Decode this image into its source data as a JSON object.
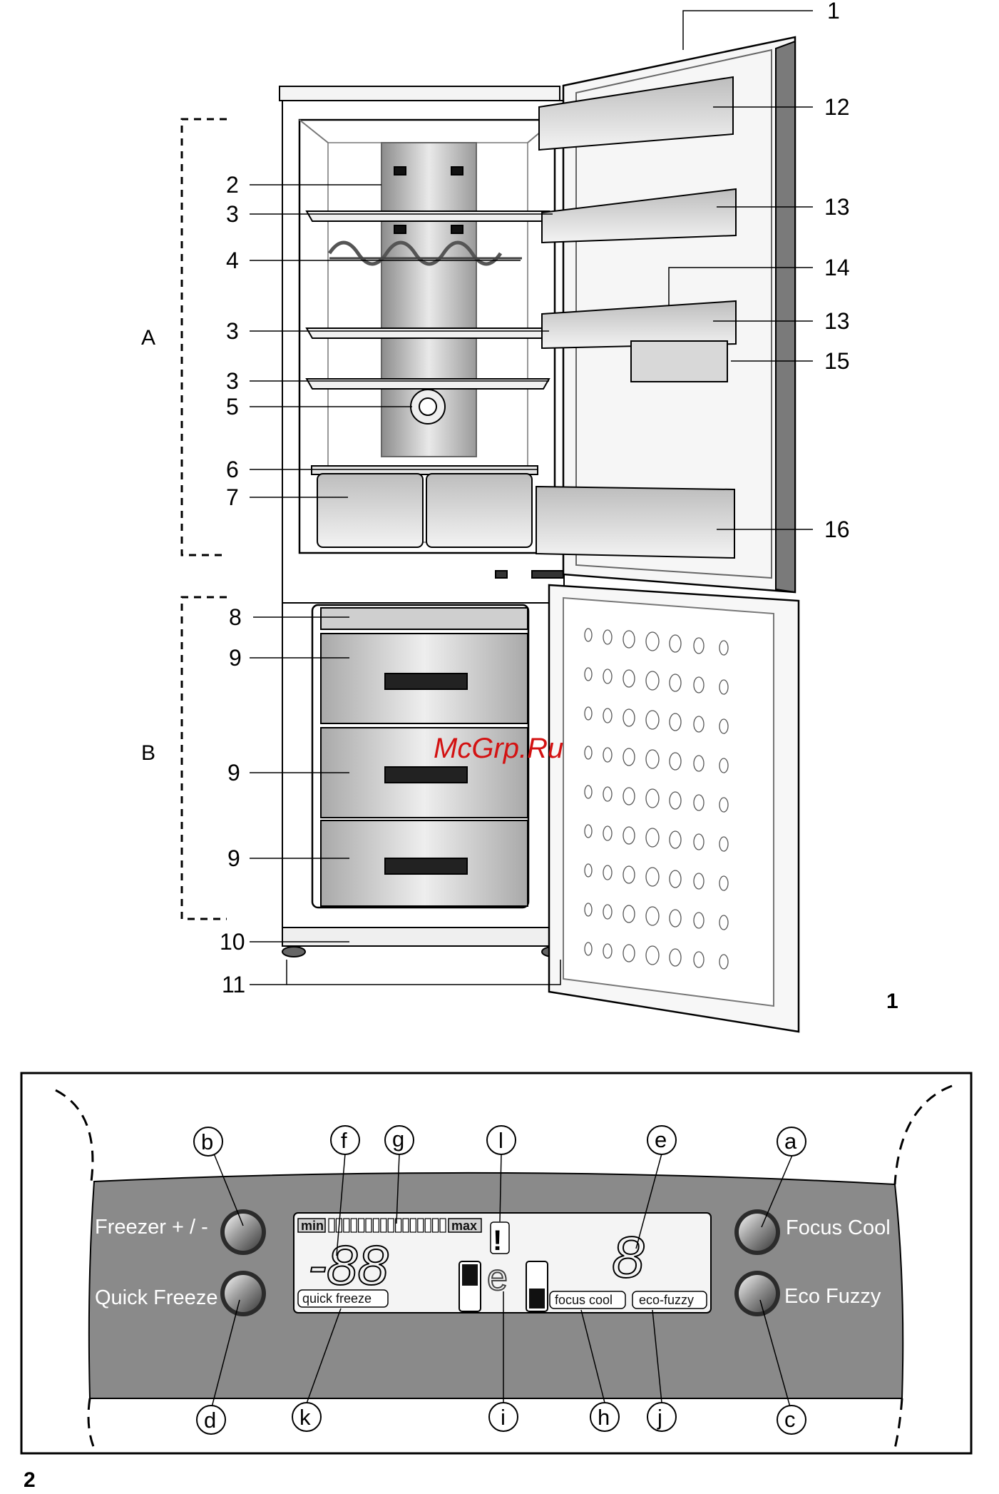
{
  "figure1": {
    "number": "1",
    "sections": [
      "A",
      "B"
    ],
    "callouts_left": [
      "2",
      "3",
      "4",
      "3",
      "5",
      "6",
      "7",
      "3",
      "8",
      "9",
      "9",
      "9",
      "10",
      "11"
    ],
    "callouts_right": [
      "1",
      "12",
      "13",
      "14",
      "13",
      "15",
      "16"
    ]
  },
  "figure2": {
    "number": "2",
    "buttons": {
      "freezer": "Freezer + / -",
      "quick_freeze": "Quick Freeze",
      "focus_cool": "Focus Cool",
      "eco_fuzzy": "Eco Fuzzy"
    },
    "display": {
      "min": "min",
      "max": "max",
      "digits_left": "-88",
      "digit_right": "8",
      "alarm": "!",
      "eco_symbol": "e",
      "quick_freeze_label": "quick freeze",
      "focus_cool_label": "focus cool",
      "eco_fuzzy_label": "eco-fuzzy"
    },
    "letters": {
      "a": "a",
      "b": "b",
      "c": "c",
      "d": "d",
      "e": "e",
      "f": "f",
      "g": "g",
      "h": "h",
      "i": "i",
      "j": "j",
      "k": "k",
      "l": "l"
    }
  },
  "watermark": "McGrp.Ru",
  "colors": {
    "panel": "#8a8a8a",
    "frame": "#000000",
    "watermark": "#d31212"
  }
}
